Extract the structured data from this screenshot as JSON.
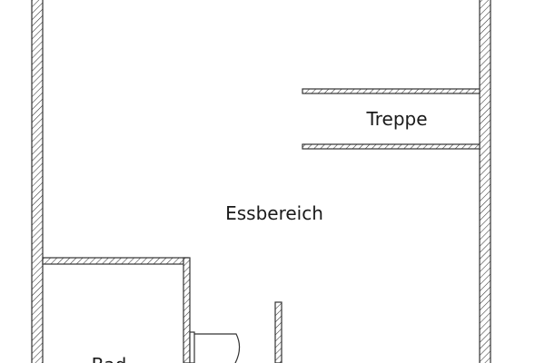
{
  "rooms": {
    "stairs": "Treppe",
    "dining": "Essbereich",
    "bath": "Bad"
  }
}
